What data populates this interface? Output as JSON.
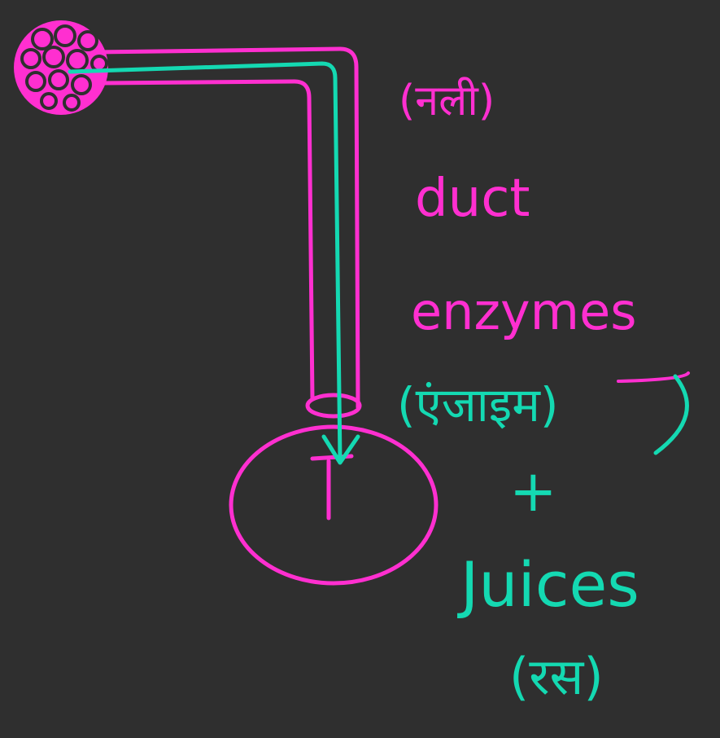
{
  "labels": {
    "duct_hindi": "(नली)",
    "duct": "duct",
    "enzymes": "enzymes",
    "enzymes_hindi": "(एंजाइम)",
    "plus": "+",
    "juices": "Juices",
    "juices_hindi": "(रस)"
  },
  "colors": {
    "background": "#2f2f2f",
    "pink": "#ff2fd0",
    "teal": "#14d9b2"
  }
}
